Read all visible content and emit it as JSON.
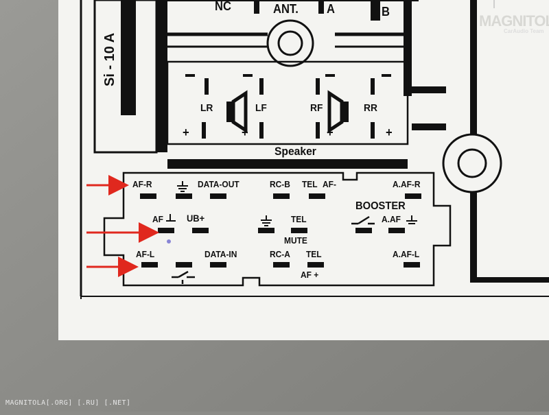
{
  "top_labels": {
    "nc": "NC",
    "ant": "ANT.",
    "a": "A",
    "b": "B",
    "fuse": "Si - 10 A"
  },
  "speaker": {
    "title": "Speaker",
    "channels": [
      "LR",
      "LF",
      "RF",
      "RR"
    ],
    "minus": "-",
    "plus": "+"
  },
  "connector": {
    "row1": [
      "AF-R",
      "DATA-OUT",
      "RC-B",
      "TEL",
      "AF-",
      "A.AF-R"
    ],
    "booster": "BOOSTER",
    "row2": [
      "AF",
      "UB+",
      "TEL",
      "A.AF"
    ],
    "mute": "MUTE",
    "row3": [
      "AF-L",
      "DATA-IN",
      "RC-A",
      "TEL",
      "A.AF-L"
    ],
    "af_plus": "AF +"
  },
  "annotations": {
    "arrow_color": "#e0281e",
    "arrow_count": 3
  },
  "watermark": {
    "logo": "MAGNITOLA",
    "sub": "CarAudio Team",
    "url": "MAGNITOLA[.ORG] [.RU] [.NET]"
  },
  "colors": {
    "background": "#8c8c88",
    "sticker": "#f4f4f1",
    "ink": "#111111"
  }
}
